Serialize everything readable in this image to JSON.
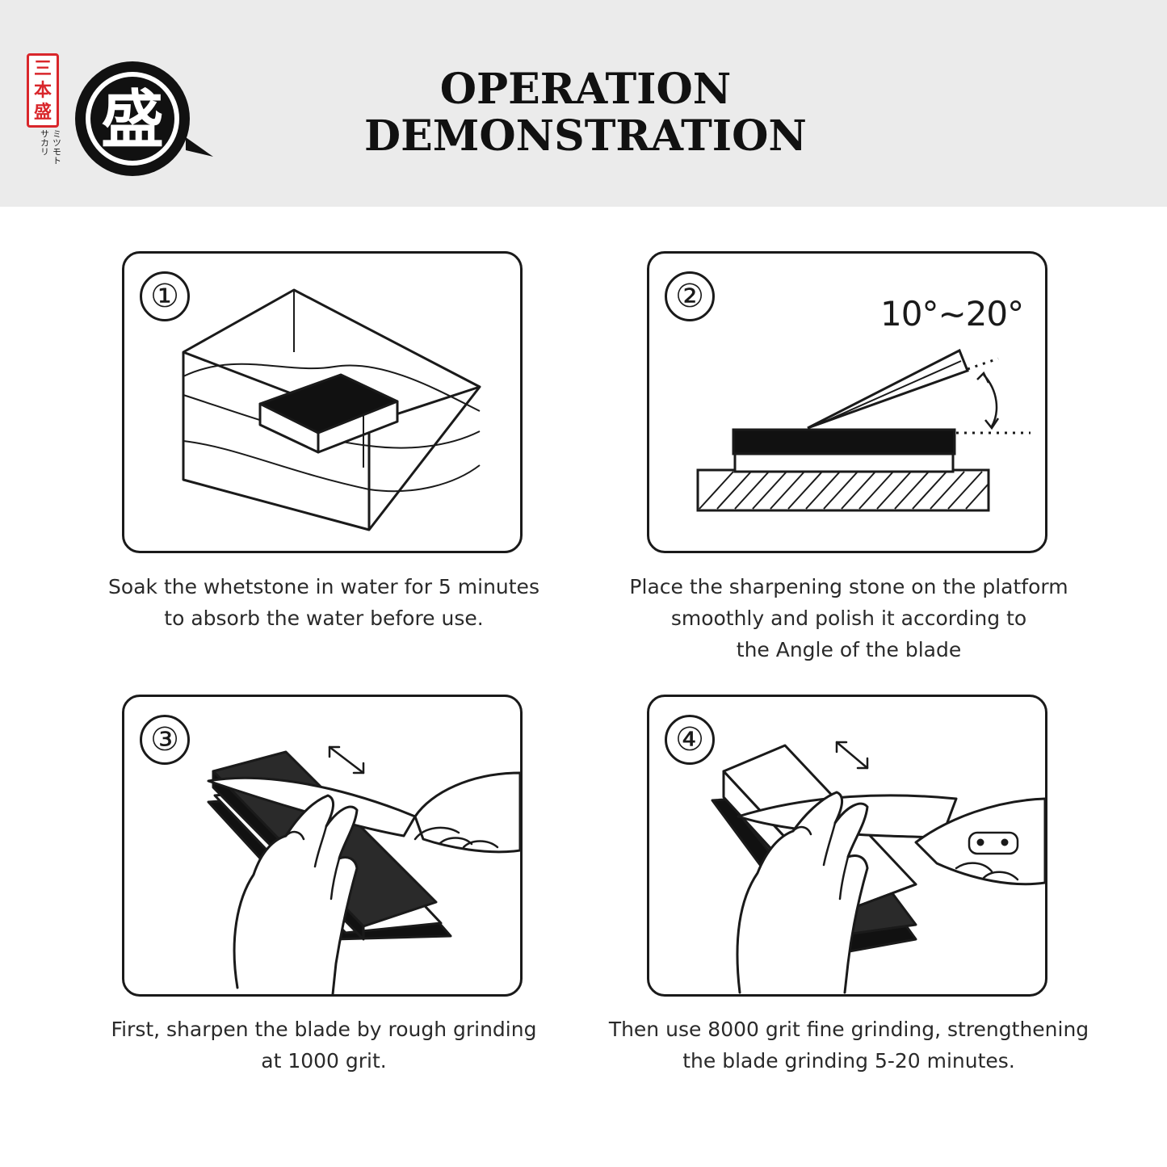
{
  "header": {
    "title_line1": "OPERATION",
    "title_line2": "DEMONSTRATION",
    "logo_glyph": "盛",
    "seal_chars": [
      "三",
      "本",
      "盛"
    ],
    "kana_col1": "ミツモト",
    "kana_col2": "サカリ"
  },
  "steps": [
    {
      "number": "①",
      "icon": "soaking-whetstone-illustration",
      "caption_lines": [
        "Soak the whetstone in water for 5 minutes",
        "to absorb the water before use."
      ]
    },
    {
      "number": "②",
      "icon": "blade-angle-illustration",
      "angle_label": "10°~20°",
      "caption_lines": [
        "Place the sharpening stone on the platform",
        "smoothly and polish it according to",
        "the Angle of the blade"
      ]
    },
    {
      "number": "③",
      "icon": "rough-grinding-illustration",
      "caption_lines": [
        "First, sharpen the blade by rough grinding",
        "at 1000 grit."
      ]
    },
    {
      "number": "④",
      "icon": "fine-grinding-illustration",
      "caption_lines": [
        "Then use 8000 grit fine grinding, strengthening",
        "the blade grinding 5-20 minutes."
      ]
    }
  ],
  "colors": {
    "header_bg": "#ebebeb",
    "ink": "#1a1a1a",
    "seal_red": "#d9262b"
  }
}
